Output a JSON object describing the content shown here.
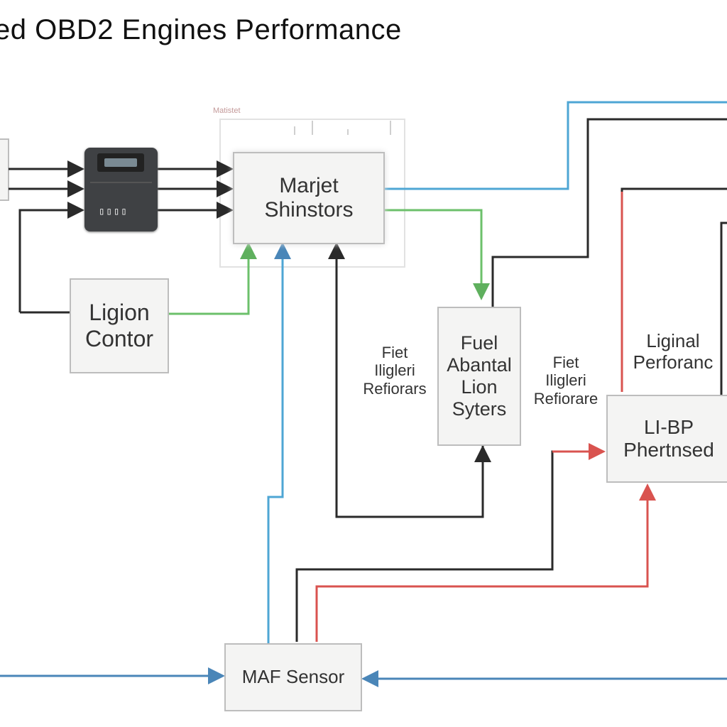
{
  "title": "ed OBD2 Engines Performance",
  "faint_label": "Matistet",
  "nodes": {
    "market": "Marjet\nShinstors",
    "ligion": "Ligion\nContor",
    "fuel": "Fuel\nAbantal\nLion\nSyters",
    "lhp": "LI-BP\nPhertnsed",
    "maf": "MAF Sensor"
  },
  "labels": {
    "left_perf": "Fiet\nIligleri\nRefiorars",
    "right_perf": "Fiet\nIligleri\nRefiorare",
    "liginal": "Liginal\nPerforanc"
  },
  "colors": {
    "line_dark": "#2a2a2a",
    "line_blue": "#4ea6d4",
    "line_green": "#6cc06b",
    "line_red": "#d9534f",
    "box_fill": "#f4f4f3"
  }
}
